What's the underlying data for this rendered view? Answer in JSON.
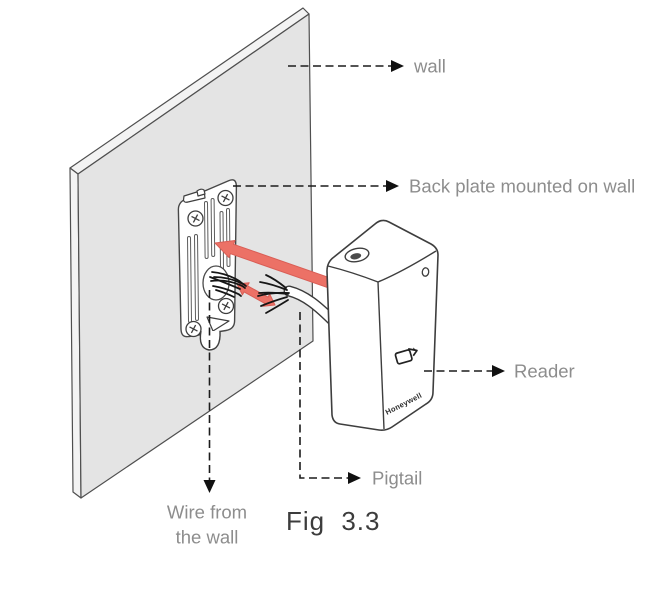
{
  "figure": {
    "caption": "Fig 3.3"
  },
  "device": {
    "brand": "Honeywell"
  },
  "labels": {
    "wall": "wall",
    "back_plate": "Back plate mounted on wall",
    "reader": "Reader",
    "pigtail": "Pigtail",
    "wire_from_wall": [
      "Wire from",
      "the wall"
    ]
  },
  "colors": {
    "wall_fill": "#e4e4e4",
    "wall_edge_fill": "#f3f3f3",
    "line_outline": "#424242",
    "label_text": "#8d8d8d",
    "caption_text": "#3c3c3c",
    "arrow_red_fill": "#ec7166",
    "arrow_red_edge": "#d95e56",
    "annotation_line": "#1c1c1c"
  },
  "icons": {
    "reader_front": "card-tap-icon",
    "plate_fasteners": "screw-icon"
  }
}
